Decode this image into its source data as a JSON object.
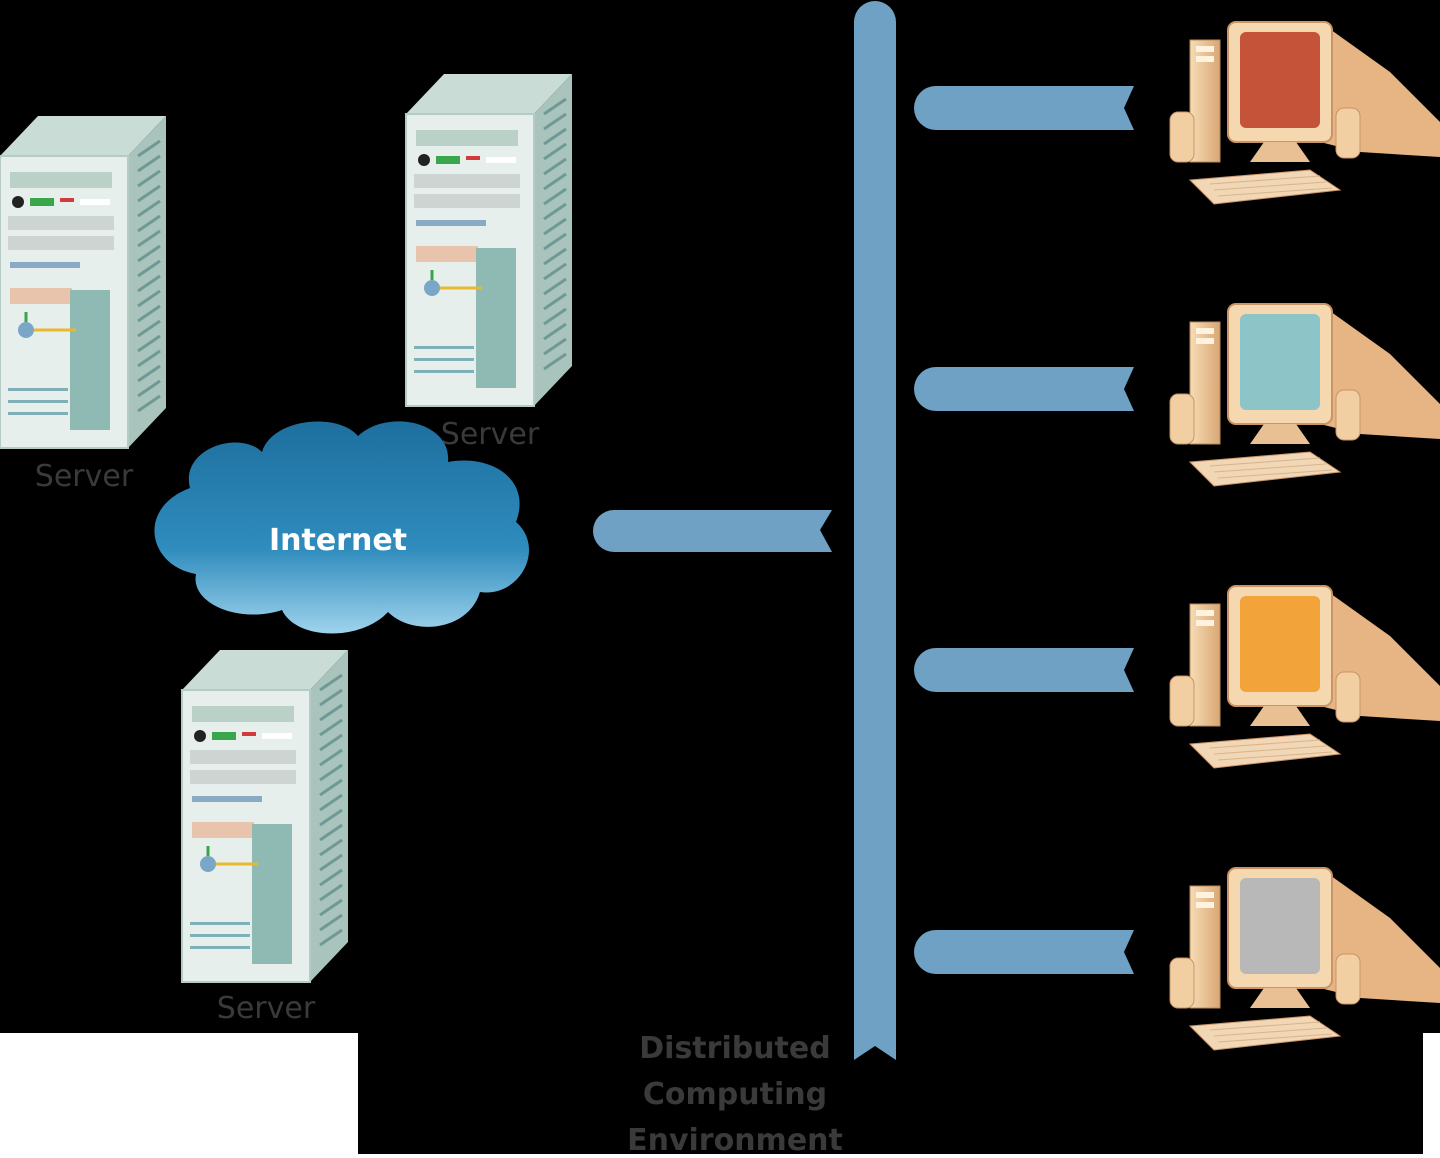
{
  "diagram": {
    "servers": [
      {
        "label": "Server"
      },
      {
        "label": "Server"
      },
      {
        "label": "Server"
      }
    ],
    "cloud_label": "Internet",
    "network_label": [
      "Distributed",
      "Computing",
      "Environment"
    ],
    "workstations": [
      {
        "screen_color": "#c4533a"
      },
      {
        "screen_color": "#8cc4c8"
      },
      {
        "screen_color": "#f2a43a"
      },
      {
        "screen_color": "#b8b8b8"
      }
    ],
    "colors": {
      "background": "#000000",
      "connector": "#6ea1c3",
      "server_body": "#e6efec",
      "server_side": "#a9c3bd",
      "label_text": "#3a3a3a",
      "computer_case": "#f1c99a"
    }
  }
}
